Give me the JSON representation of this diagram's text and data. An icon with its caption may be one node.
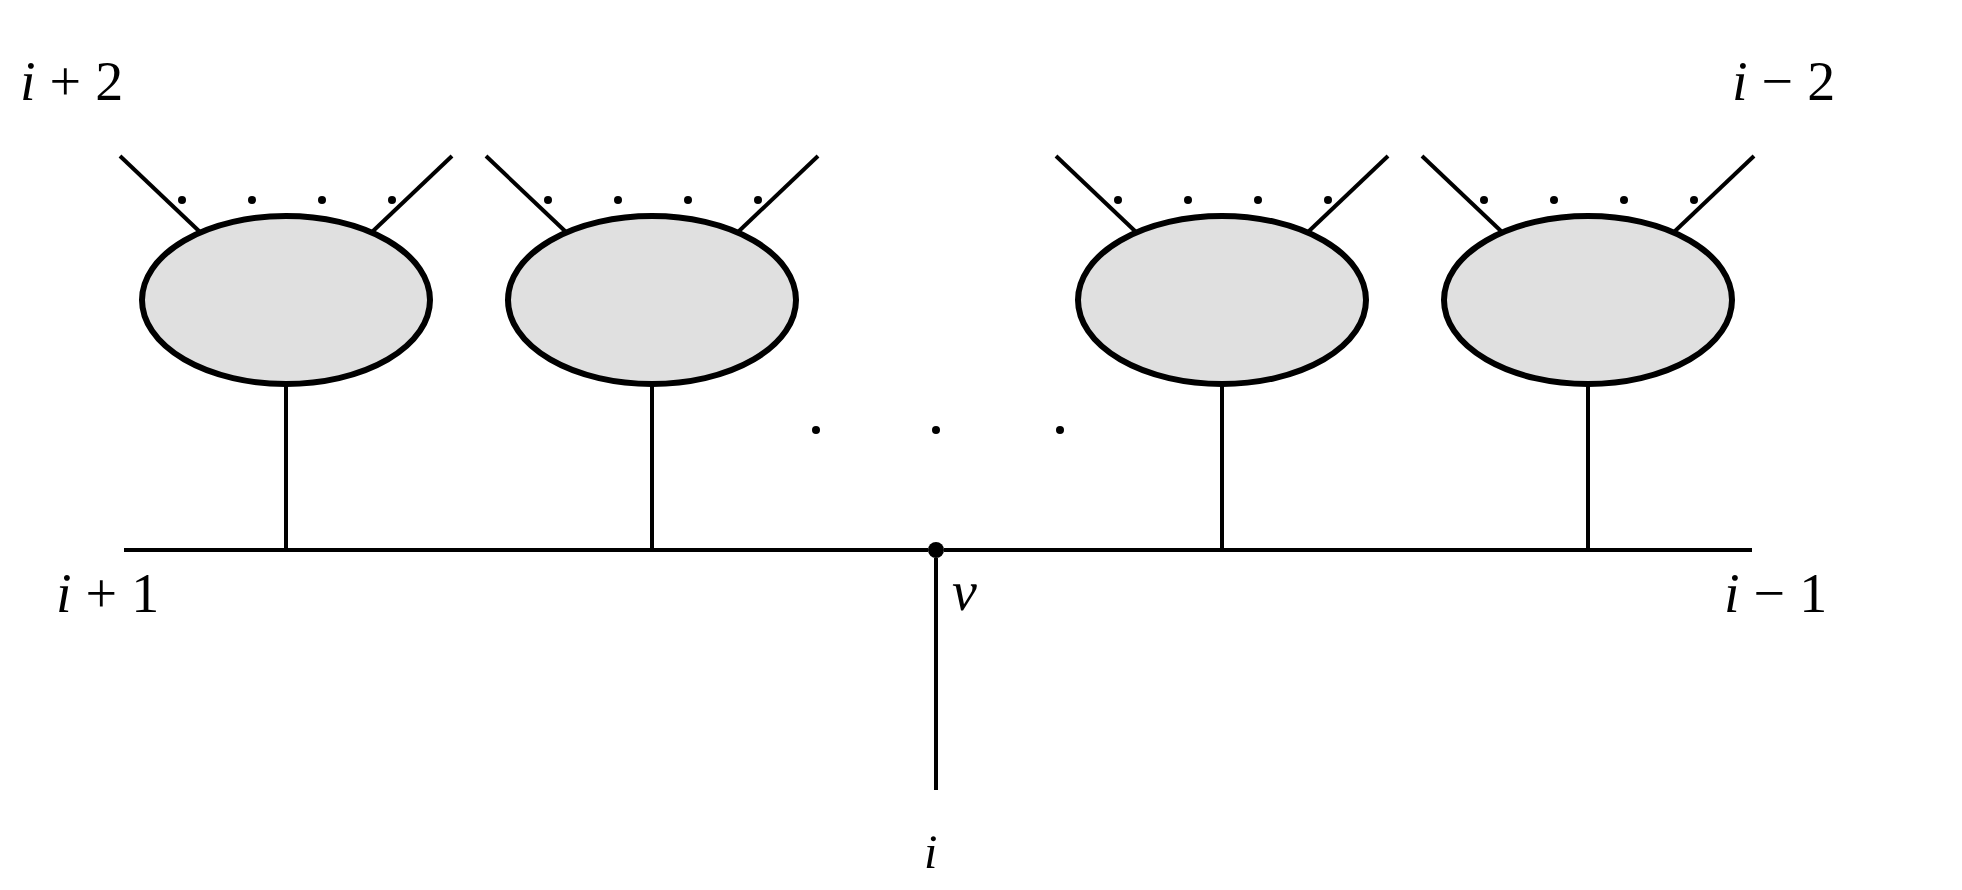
{
  "diagram": {
    "nodes": [
      {
        "text": [],
        "shape": "ellipse"
      },
      {
        "text": [],
        "shape": "ellipse"
      },
      {
        "text": [],
        "shape": "ellipse"
      },
      {
        "text": [],
        "shape": "ellipse"
      },
      {
        "text": [],
        "shape": "circle",
        "beside": [
          "v"
        ]
      }
    ],
    "edges": [
      {
        "from": 0,
        "to": null,
        "arrow": "none"
      },
      {
        "from": 0,
        "to": null,
        "arrow": "none"
      },
      {
        "from": 0,
        "to": null,
        "arrow": "none"
      },
      {
        "from": 1,
        "to": null,
        "arrow": "none"
      },
      {
        "from": 1,
        "to": null,
        "arrow": "none"
      },
      {
        "from": 1,
        "to": null,
        "arrow": "none"
      },
      {
        "from": 2,
        "to": null,
        "arrow": "none"
      },
      {
        "from": 2,
        "to": null,
        "arrow": "none"
      },
      {
        "from": 2,
        "to": null,
        "arrow": "none"
      },
      {
        "from": 3,
        "to": null,
        "arrow": "none"
      },
      {
        "from": 3,
        "to": null,
        "arrow": "none"
      },
      {
        "from": 3,
        "to": null,
        "arrow": "none"
      },
      {
        "from": 4,
        "to": null,
        "arrow": "none"
      },
      {
        "from": 4,
        "to": null,
        "arrow": "none"
      },
      {
        "from": 4,
        "to": null,
        "arrow": "none"
      }
    ],
    "labels": [
      "*i* + 2",
      "*i* − 2",
      "*i* + 1",
      "*i* − 1",
      "i"
    ]
  }
}
